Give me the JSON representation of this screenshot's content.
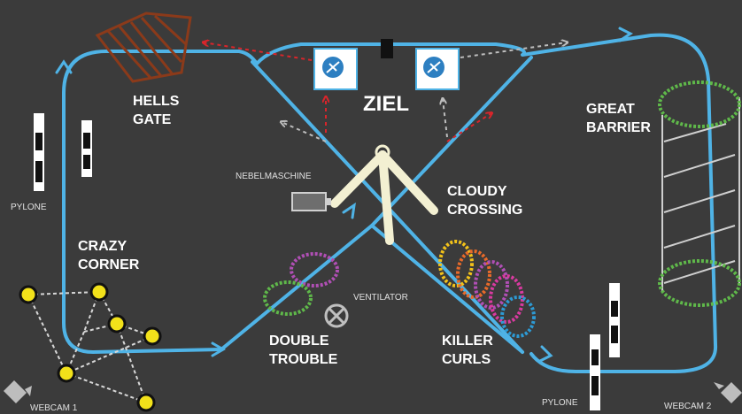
{
  "track": {
    "finish_label": "ZIEL",
    "zones": {
      "hells_gate": [
        "HELLS",
        "GATE"
      ],
      "great_barrier": [
        "GREAT",
        "BARRIER"
      ],
      "cloudy_crossing": [
        "CLOUDY",
        "CROSSING"
      ],
      "crazy_corner": [
        "CRAZY",
        "CORNER"
      ],
      "double_trouble": [
        "DOUBLE",
        "TROUBLE"
      ],
      "killer_curls": [
        "KILLER",
        "CURLS"
      ]
    },
    "equipment": {
      "fog_machine": "NEBELMASCHINE",
      "fan": "VENTILATOR",
      "pylon_left": "PYLONE",
      "pylon_right": "PYLONE",
      "webcam_1": "WEBCAM 1",
      "webcam_2": "WEBCAM 2"
    }
  },
  "colors": {
    "background": "#3b3b3b",
    "track_line": "#4fb3e6",
    "gate_arrow_red": "#d9252b",
    "gate_arrow_grey": "#bdbdbd",
    "hells_gate": "#8b3a1a",
    "great_barrier_rings": "#5fb84a",
    "crazy_corner_nodes": "#f2e11a",
    "label_text": "#ffffff"
  }
}
